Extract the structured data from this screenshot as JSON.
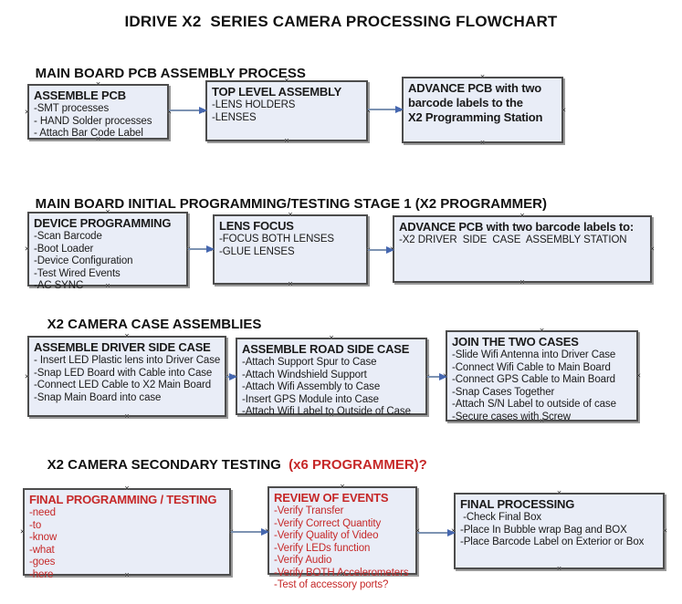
{
  "title": "IDRIVE X2  SERIES CAMERA PROCESSING FLOWCHART",
  "sections": [
    {
      "heading": "MAIN BOARD PCB ASSEMBLY PROCESS",
      "heading_red": ""
    },
    {
      "heading": "MAIN BOARD INITIAL PROGRAMMING/TESTING STAGE 1 (X2 PROGRAMMER)",
      "heading_red": ""
    },
    {
      "heading": "X2 CAMERA CASE ASSEMBLIES",
      "heading_red": ""
    },
    {
      "heading": "X2 CAMERA SECONDARY TESTING  ",
      "heading_red": "(x6 PROGRAMMER)?"
    }
  ],
  "boxes": {
    "r1b1": {
      "title": "ASSEMBLE PCB",
      "items": [
        "-SMT processes",
        "- HAND Solder processes",
        "- Attach Bar Code Label"
      ]
    },
    "r1b2": {
      "title": "TOP LEVEL ASSEMBLY",
      "items": [
        "-LENS HOLDERS",
        "-LENSES"
      ]
    },
    "r1b3": {
      "title": "ADVANCE PCB with two\nbarcode labels to the\n X2 Programming Station",
      "items": []
    },
    "r2b1": {
      "title": "DEVICE PROGRAMMING",
      "items": [
        "-Scan Barcode",
        "-Boot Loader",
        "-Device Configuration",
        "-Test Wired Events",
        "-AC SYNC"
      ]
    },
    "r2b2": {
      "title": "LENS FOCUS",
      "items": [
        "-FOCUS BOTH LENSES",
        "-GLUE LENSES"
      ]
    },
    "r2b3": {
      "title": "ADVANCE PCB with two barcode labels to:",
      "items": [
        "-X2 DRIVER  SIDE  CASE  ASSEMBLY STATION"
      ]
    },
    "r3b1": {
      "title": "ASSEMBLE DRIVER SIDE CASE",
      "items": [
        "- Insert LED Plastic lens into Driver Case",
        "-Snap LED Board with Cable into Case",
        "-Connect LED Cable to X2 Main Board",
        "-Snap Main Board into case"
      ]
    },
    "r3b2": {
      "title": "ASSEMBLE ROAD SIDE CASE",
      "items": [
        "-Attach Support Spur to Case",
        "-Attach Windshield Support",
        "-Attach Wifi Assembly to Case",
        "-Insert GPS Module into Case",
        "-Attach Wifi Label to Outside of Case"
      ]
    },
    "r3b3": {
      "title": "JOIN THE TWO CASES",
      "items": [
        "-Slide Wifi Antenna into Driver Case",
        "-Connect Wifi Cable to Main Board",
        "-Connect GPS Cable to Main Board",
        "-Snap Cases Together",
        "-Attach S/N Label to outside of case",
        "-Secure cases with Screw"
      ]
    },
    "r4b1": {
      "title": "FINAL PROGRAMMING / TESTING",
      "items": [
        "-need",
        "-to",
        "-know",
        "-what",
        "-goes",
        "-here"
      ]
    },
    "r4b2": {
      "title": "REVIEW OF EVENTS",
      "items": [
        "-Verify Transfer",
        "-Verify Correct Quantity",
        "-Verify Quality of Video",
        "-Verify LEDs function",
        "-Verify Audio",
        "-Verify BOTH Accelerometers",
        "-Test of accessory ports?"
      ]
    },
    "r4b3": {
      "title": "FINAL PROCESSING",
      "items": [
        " -Check Final Box",
        "-Place In Bubble wrap Bag and BOX",
        "-Place Barcode Label on Exterior or Box"
      ]
    }
  },
  "colors": {
    "box_fill": "#e9edf7",
    "box_border": "#4c4c4c",
    "box_shadow": "#9a9a9a",
    "arrow_line": "#7d93b2",
    "arrow_head": "#4567b0",
    "red_text": "#c62828",
    "text": "#1a1a1a"
  },
  "icons": {
    "connection_handle": "×",
    "arrow_head": "right-triangle"
  }
}
